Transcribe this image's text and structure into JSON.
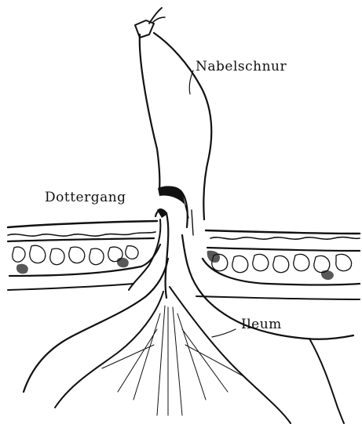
{
  "labels": {
    "umbilical_cord": "Nabelschnur",
    "vitelline_duct": "Dottergang",
    "ileum": "Ileum"
  },
  "colors": {
    "ink": "#111111",
    "background": "#ffffff"
  }
}
